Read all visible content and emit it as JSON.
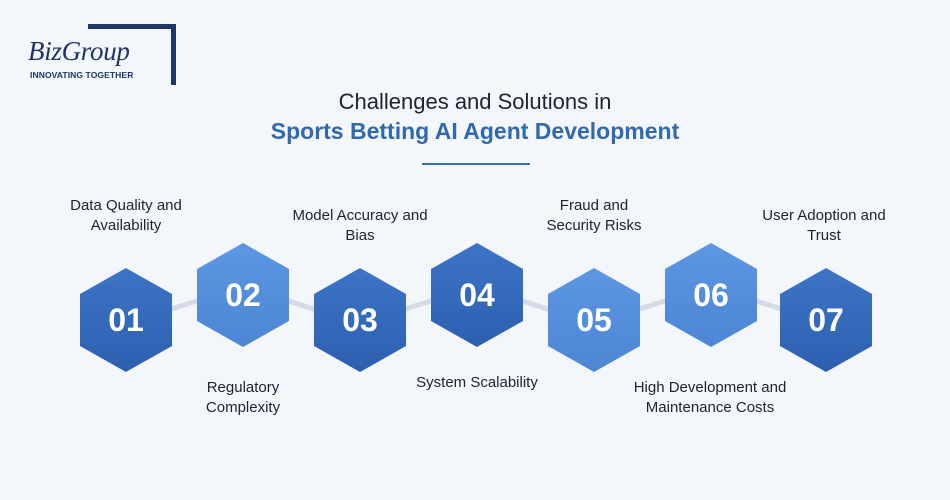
{
  "logo": {
    "name": "BizGroup",
    "tagline": "INNOVATING TOGETHER"
  },
  "title": {
    "line1": "Challenges and Solutions in",
    "line2": "Sports Betting AI Agent Development"
  },
  "colors": {
    "accent": "#3268ad",
    "hex_dark": "#2f62b3",
    "hex_light": "#5490de",
    "connector": "#d4dbe6",
    "background": "#f3f6fb"
  },
  "steps": [
    {
      "number": "01",
      "line1": "Data Quality and",
      "line2": "Availability"
    },
    {
      "number": "02",
      "line1": "Regulatory",
      "line2": "Complexity"
    },
    {
      "number": "03",
      "line1": "Model Accuracy and",
      "line2": "Bias"
    },
    {
      "number": "04",
      "line1": "System Scalability",
      "line2": ""
    },
    {
      "number": "05",
      "line1": "Fraud and",
      "line2": "Security Risks"
    },
    {
      "number": "06",
      "line1": "High Development and",
      "line2": "Maintenance Costs"
    },
    {
      "number": "07",
      "line1": "User Adoption and",
      "line2": "Trust"
    }
  ]
}
